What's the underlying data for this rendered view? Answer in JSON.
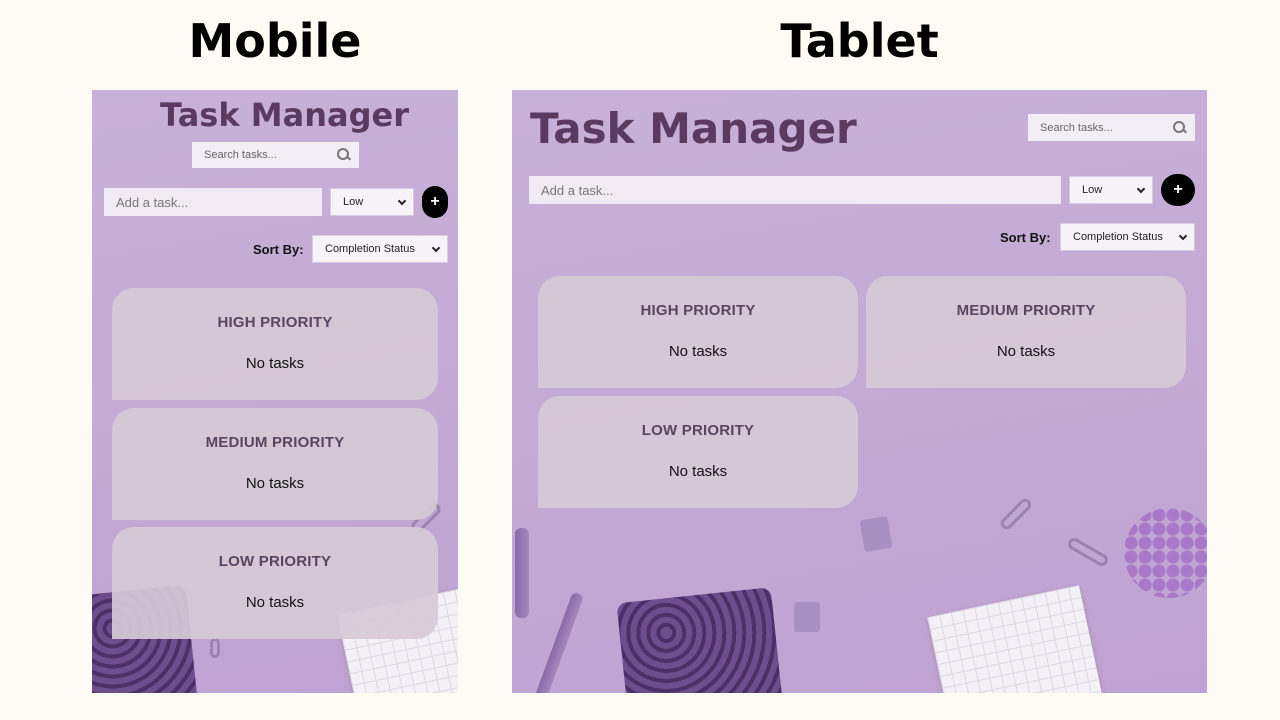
{
  "labels": {
    "mobile": "Mobile",
    "tablet": "Tablet"
  },
  "app": {
    "title": "Task Manager",
    "search_placeholder": "Search tasks...",
    "task_placeholder": "Add a task...",
    "priority_value": "Low",
    "add_label": "+",
    "sort_label": "Sort By:",
    "sort_value": "Completion Status"
  },
  "columns": [
    {
      "title": "HIGH PRIORITY",
      "empty": "No tasks"
    },
    {
      "title": "MEDIUM PRIORITY",
      "empty": "No tasks"
    },
    {
      "title": "LOW PRIORITY",
      "empty": "No tasks"
    }
  ],
  "colors": {
    "accent": "#5b3a5f",
    "background": "#c5abd6",
    "card": "#d6cad6"
  },
  "icons": [
    "search-icon",
    "plus-icon",
    "chevron-down-icon"
  ]
}
